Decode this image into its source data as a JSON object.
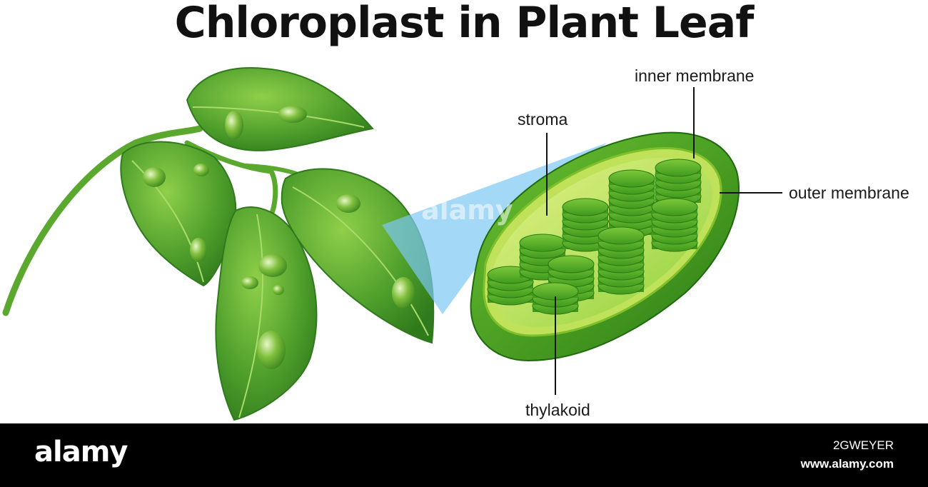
{
  "title": "Chloroplast in Plant Leaf",
  "labels": {
    "stroma": "stroma",
    "inner_membrane": "inner membrane",
    "outer_membrane": "outer membrane",
    "thylakoid": "thylakoid"
  },
  "footer": {
    "logo": "alamy",
    "image_id": "2GWEYER",
    "url": "www.alamy.com"
  },
  "watermark": "alamy",
  "colors": {
    "leaf": "#4f9f2c",
    "leaf_dark": "#2f7a1c",
    "leaf_light": "#8fcf4a",
    "chloroplast_outer": "#3d9a1e",
    "thylakoid": "#5fb52a",
    "zoom_beam": "#7cc8f2",
    "footer": "#000000"
  }
}
